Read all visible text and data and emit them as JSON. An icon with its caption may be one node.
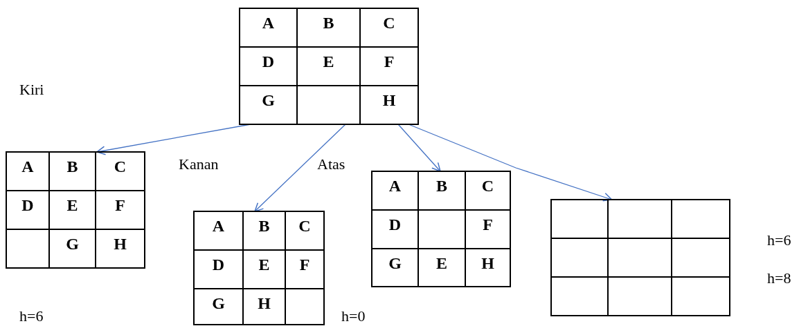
{
  "diagram": {
    "nodes": [
      {
        "text": [],
        "shape": "box"
      },
      {
        "text": [
          "A"
        ],
        "in": 0
      },
      {
        "text": [
          "B"
        ],
        "in": 0
      },
      {
        "text": [
          "C"
        ],
        "in": 0
      },
      {
        "text": [
          "D"
        ],
        "in": 0
      },
      {
        "text": [
          "E"
        ],
        "in": 0
      },
      {
        "text": [
          "F"
        ],
        "in": 0
      },
      {
        "text": [
          "G"
        ],
        "in": 0
      },
      {
        "text": [],
        "shape": "box",
        "in": 0
      },
      {
        "text": [
          "H"
        ],
        "in": 0
      },
      {
        "text": [],
        "shape": "box"
      },
      {
        "text": [
          "A"
        ],
        "in": 10
      },
      {
        "text": [
          "B"
        ],
        "in": 10
      },
      {
        "text": [
          "C"
        ],
        "in": 10
      },
      {
        "text": [
          "D"
        ],
        "in": 10
      },
      {
        "text": [
          "E"
        ],
        "in": 10
      },
      {
        "text": [
          "F"
        ],
        "in": 10
      },
      {
        "text": [],
        "shape": "box",
        "in": 10
      },
      {
        "text": [
          "G"
        ],
        "in": 10
      },
      {
        "text": [
          "H"
        ],
        "in": 10
      },
      {
        "text": [],
        "shape": "box"
      },
      {
        "text": [
          "A"
        ],
        "in": 20
      },
      {
        "text": [
          "B"
        ],
        "in": 20
      },
      {
        "text": [
          "C"
        ],
        "in": 20
      },
      {
        "text": [
          "D"
        ],
        "in": 20
      },
      {
        "text": [
          "E"
        ],
        "in": 20
      },
      {
        "text": [
          "F"
        ],
        "in": 20
      },
      {
        "text": [
          "G"
        ],
        "in": 20
      },
      {
        "text": [
          "H"
        ],
        "in": 20
      },
      {
        "text": [],
        "shape": "box",
        "in": 20
      },
      {
        "text": [],
        "shape": "box"
      },
      {
        "text": [
          "A"
        ],
        "in": 30
      },
      {
        "text": [
          "B"
        ],
        "in": 30
      },
      {
        "text": [
          "C"
        ],
        "in": 30
      },
      {
        "text": [
          "D"
        ],
        "in": 30
      },
      {
        "text": [],
        "shape": "box",
        "in": 30
      },
      {
        "text": [
          "F"
        ],
        "in": 30
      },
      {
        "text": [
          "G"
        ],
        "in": 30
      },
      {
        "text": [
          "E"
        ],
        "in": 30
      },
      {
        "text": [
          "H"
        ],
        "in": 30
      },
      {
        "text": [],
        "shape": "box"
      },
      {
        "text": [],
        "shape": "box",
        "in": 40
      },
      {
        "text": [],
        "shape": "box",
        "in": 40
      },
      {
        "text": [],
        "shape": "box",
        "in": 40
      },
      {
        "text": [],
        "shape": "box",
        "in": 40
      },
      {
        "text": [],
        "shape": "box",
        "in": 40
      },
      {
        "text": [],
        "shape": "box",
        "in": 40
      },
      {
        "text": [],
        "shape": "box",
        "in": 40
      },
      {
        "text": [],
        "shape": "box",
        "in": 40
      },
      {
        "text": [],
        "shape": "box",
        "in": 40
      }
    ],
    "edges": [
      {
        "from": 0,
        "to": 10,
        "arrow": "to"
      },
      {
        "from": 0,
        "to": 20,
        "arrow": "to"
      },
      {
        "from": 0,
        "to": 30,
        "arrow": "to"
      },
      {
        "from": 0,
        "to": 42,
        "arrow": "to"
      }
    ],
    "labels": [
      "Kiri",
      "Kanan",
      "Atas",
      "h=6",
      "h=8",
      "h=6",
      "h=0"
    ]
  }
}
